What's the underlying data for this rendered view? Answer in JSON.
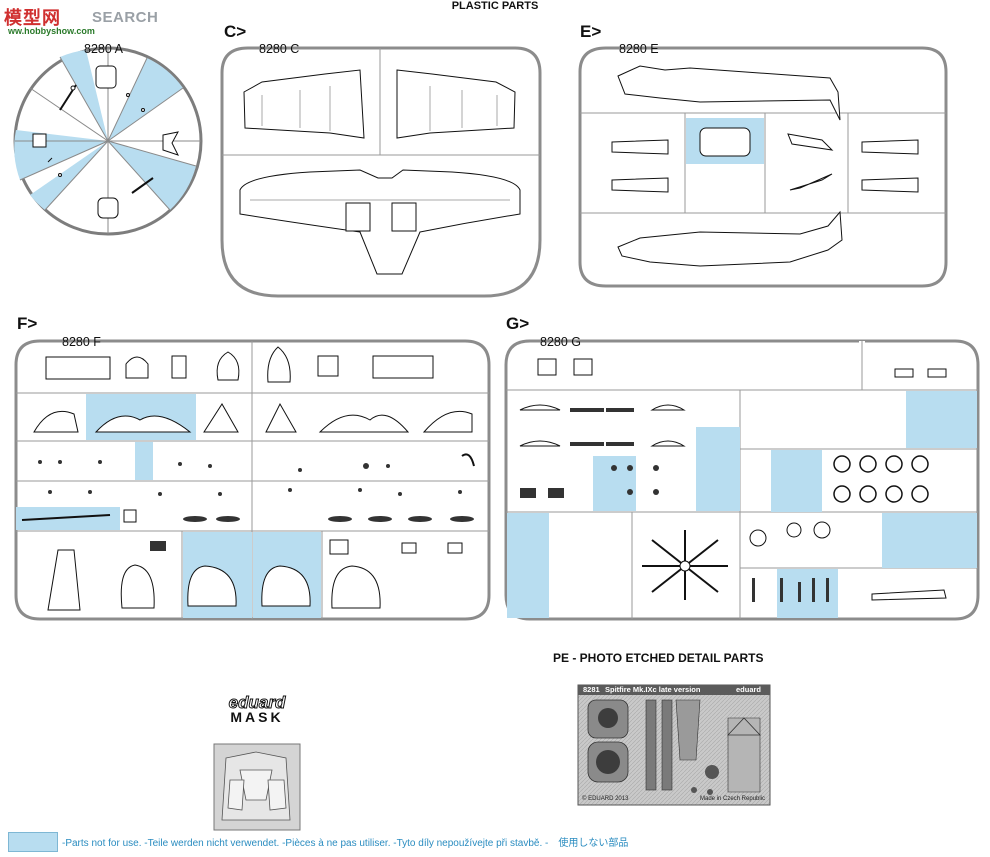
{
  "watermark": {
    "logo": "模型网",
    "logo_sub": "ww.hobbyshow.com",
    "text": "SEARCH"
  },
  "title": "PLASTIC PARTS",
  "sprues": [
    {
      "letter": "",
      "code": "8280 A"
    },
    {
      "letter": "C>",
      "code": "8280 C"
    },
    {
      "letter": "E>",
      "code": "8280 E"
    },
    {
      "letter": "F>",
      "code": "8280 F"
    },
    {
      "letter": "G>",
      "code": "8280 G"
    }
  ],
  "pe": {
    "title": "PE - PHOTO ETCHED DETAIL PARTS",
    "header_code": "8281",
    "header_name": "Spitfire Mk.IXc late version",
    "header_brand": "eduard",
    "copyright": "© EDUARD 2013",
    "made_in": "Made in Czech Republic"
  },
  "mask": {
    "brand": "eduard",
    "word": "MASK"
  },
  "legend": {
    "text": "-Parts not for use. -Teile werden nicht verwendet. -Pièces à ne pas utiliser. -Tyto díly nepoužívejte při stavbě. -　使用しない部品"
  },
  "colors": {
    "unused_fill": "#b8ddf0",
    "frame_stroke": "#8c8c8c",
    "ink": "#111111"
  }
}
